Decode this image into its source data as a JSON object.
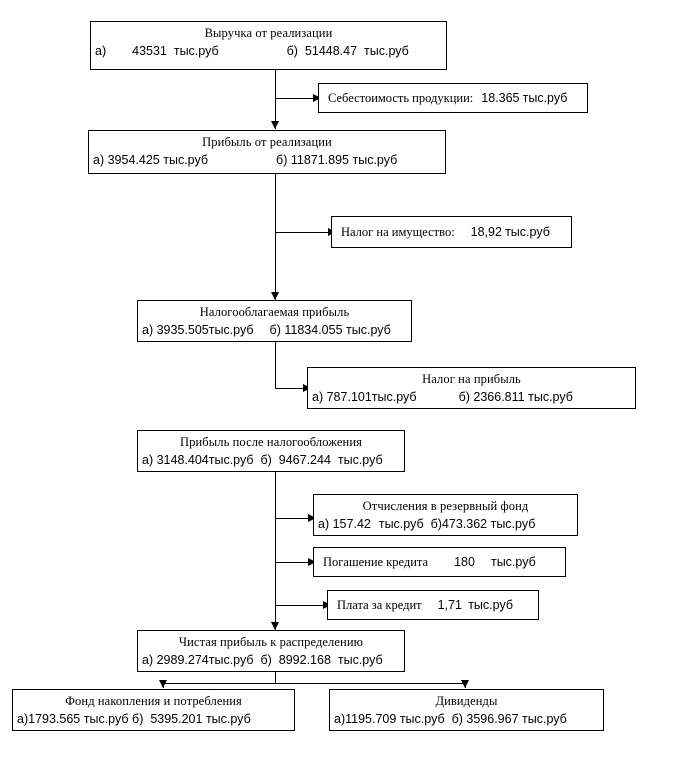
{
  "diagram": {
    "kind": "financial-flowchart",
    "language": "ru",
    "unit": "тыс.руб",
    "line_color": "#000000",
    "box_border_color": "#000000",
    "background_color": "#ffffff"
  },
  "nodes": {
    "revenue": {
      "title": "Выручка от реализации",
      "a_label": "а)",
      "a_value": "43531",
      "a_unit": "тыс.руб",
      "b_label": "б)",
      "b_value": "51448.47",
      "b_unit": "тыс.руб"
    },
    "cost": {
      "title": "Себестоимость продукции:",
      "value": "18.365",
      "unit": "тыс.руб"
    },
    "profit_sales": {
      "title": "Прибыль от реализации",
      "a_label": "а)",
      "a_value": "3954.425",
      "a_unit": "тыс.руб",
      "b_label": "б)",
      "b_value": "11871.895",
      "b_unit": "тыс.руб"
    },
    "property_tax": {
      "title": "Налог на имущество:",
      "value": "18,92",
      "unit": "тыс.руб"
    },
    "taxable_profit": {
      "title": "Налогооблагаемая прибыль",
      "a_label": "а)",
      "a_value": "3935.505",
      "a_unit": "тыс.руб",
      "b_label": "б)",
      "b_value": "11834.055",
      "b_unit": "тыс.руб"
    },
    "profit_tax": {
      "title": "Налог на прибыль",
      "a_label": "а)",
      "a_value": "787.101",
      "a_unit": "тыс.руб",
      "b_label": "б)",
      "b_value": "2366.811",
      "b_unit": "тыс.руб"
    },
    "profit_after_tax": {
      "title": "Прибыль после налогообложения",
      "a_label": "а)",
      "a_value": "3148.404",
      "a_unit": "тыс.руб",
      "b_label": "б)",
      "b_value": "9467.244",
      "b_unit": "тыс.руб"
    },
    "reserve_fund": {
      "title": "Отчисления в резервный фонд",
      "a_label": "а)",
      "a_value": "157.42",
      "a_unit": "тыс.руб",
      "b_label": "б)",
      "b_value": "473.362",
      "b_unit": "тыс.руб"
    },
    "credit_repayment": {
      "title": "Погашение кредита",
      "value": "180",
      "unit": "тыс.руб"
    },
    "credit_fee": {
      "title": "Плата за кредит",
      "value": "1,71",
      "unit": "тыс.руб"
    },
    "net_profit": {
      "title": "Чистая прибыль к распределению",
      "a_label": "а)",
      "a_value": "2989.274",
      "a_unit": "тыс.руб",
      "b_label": "б)",
      "b_value": "8992.168",
      "b_unit": "тыс.руб"
    },
    "accumulation_fund": {
      "title": "Фонд накопления и потребления",
      "a_label": "а)",
      "a_value": "1793.565",
      "a_unit": "тыс.руб",
      "b_label": "б)",
      "b_value": "5395.201",
      "b_unit": "тыс.руб"
    },
    "dividends": {
      "title": "Дивиденды",
      "a_label": "а)",
      "a_value": "1195.709",
      "a_unit": "тыс.руб",
      "b_label": "б)",
      "b_value": "3596.967",
      "b_unit": "тыс.руб"
    }
  }
}
